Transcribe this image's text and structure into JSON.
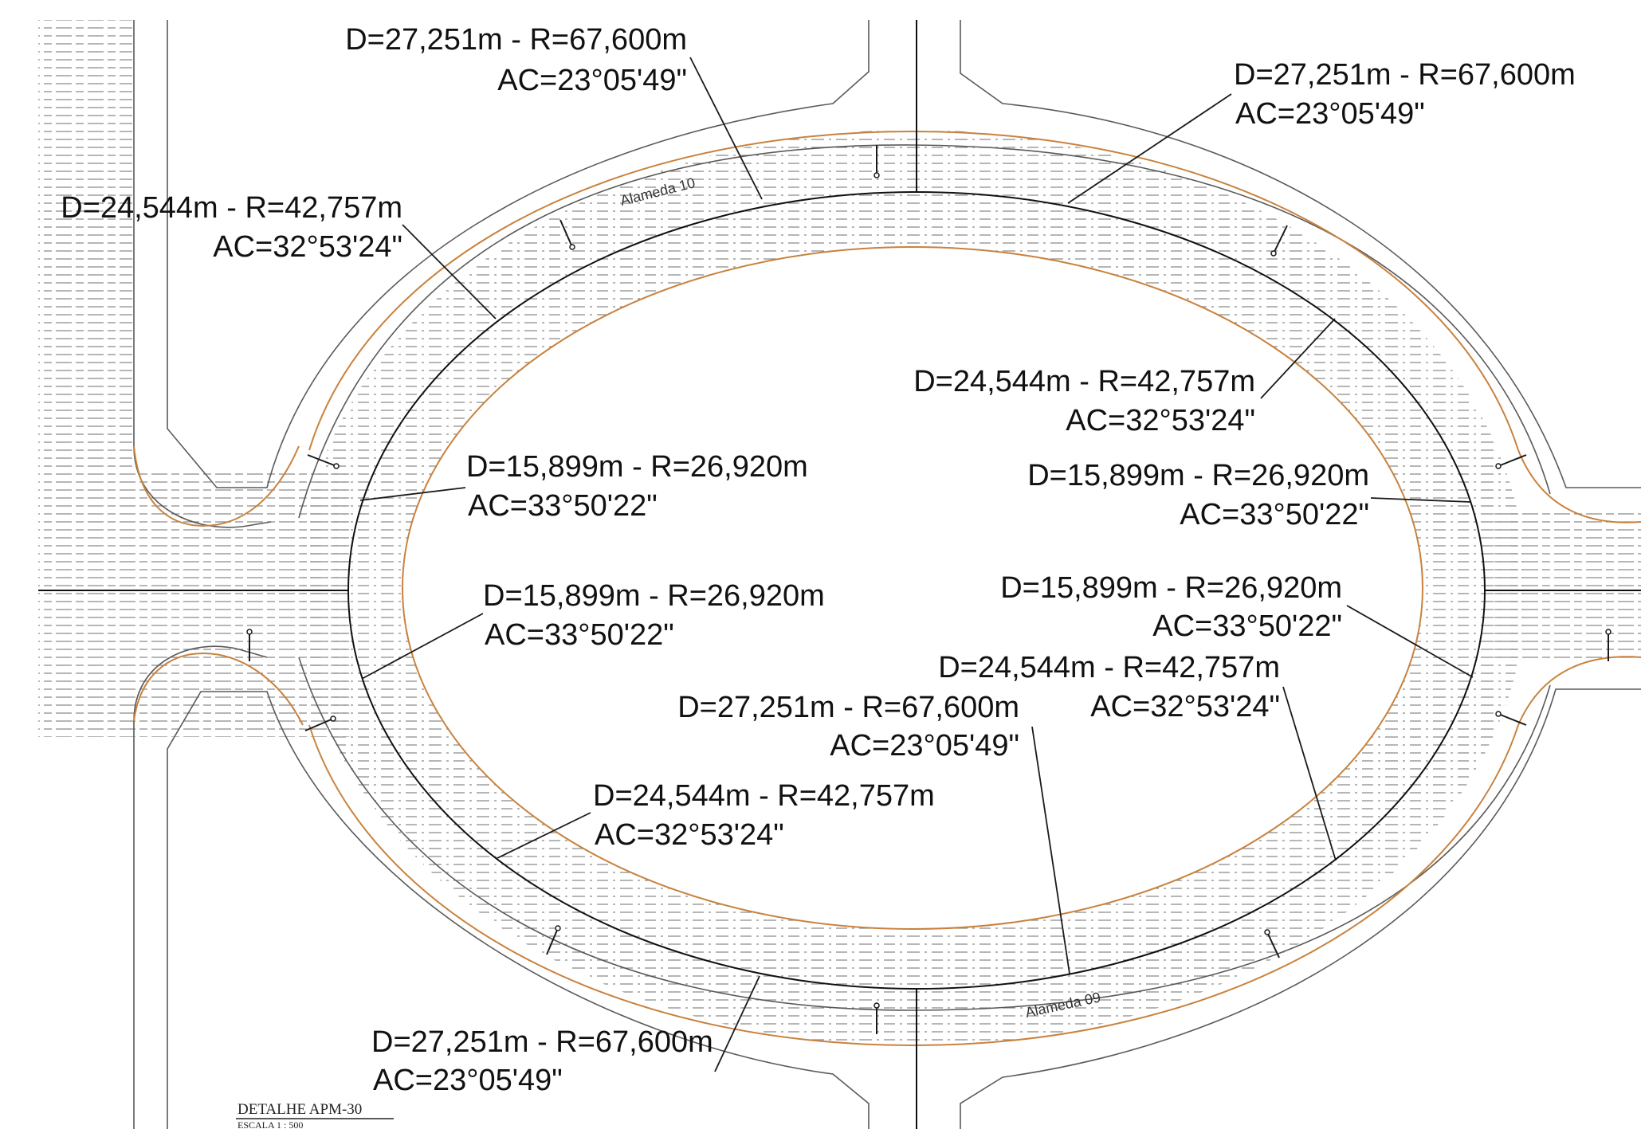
{
  "curve_labels": [
    {
      "d_r": "D=27,251m - R=67,600m",
      "ac": "AC=23°05'49\""
    },
    {
      "d_r": "D=27,251m - R=67,600m",
      "ac": "AC=23°05'49\""
    },
    {
      "d_r": "D=24,544m - R=42,757m",
      "ac": "AC=32°53'24\""
    },
    {
      "d_r": "D=24,544m - R=42,757m",
      "ac": "AC=32°53'24\""
    },
    {
      "d_r": "D=15,899m - R=26,920m",
      "ac": "AC=33°50'22\""
    },
    {
      "d_r": "D=15,899m - R=26,920m",
      "ac": "AC=33°50'22\""
    },
    {
      "d_r": "D=15,899m - R=26,920m",
      "ac": "AC=33°50'22\""
    },
    {
      "d_r": "D=15,899m - R=26,920m",
      "ac": "AC=33°50'22\""
    },
    {
      "d_r": "D=24,544m - R=42,757m",
      "ac": "AC=32°53'24\""
    },
    {
      "d_r": "D=27,251m - R=67,600m",
      "ac": "AC=23°05'49\""
    },
    {
      "d_r": "D=24,544m - R=42,757m",
      "ac": "AC=32°53'24\""
    },
    {
      "d_r": "D=27,251m - R=67,600m",
      "ac": "AC=23°05'49\""
    }
  ],
  "streets": {
    "north": "Alameda 10",
    "south": "Alameda 09"
  },
  "title_block": {
    "title": "DETALHE APM-30",
    "scale": "ESCALA 1 : 500"
  },
  "colors": {
    "property_edge": "#c8823e",
    "hatch": "#8a8a8a",
    "ink": "#111111"
  }
}
